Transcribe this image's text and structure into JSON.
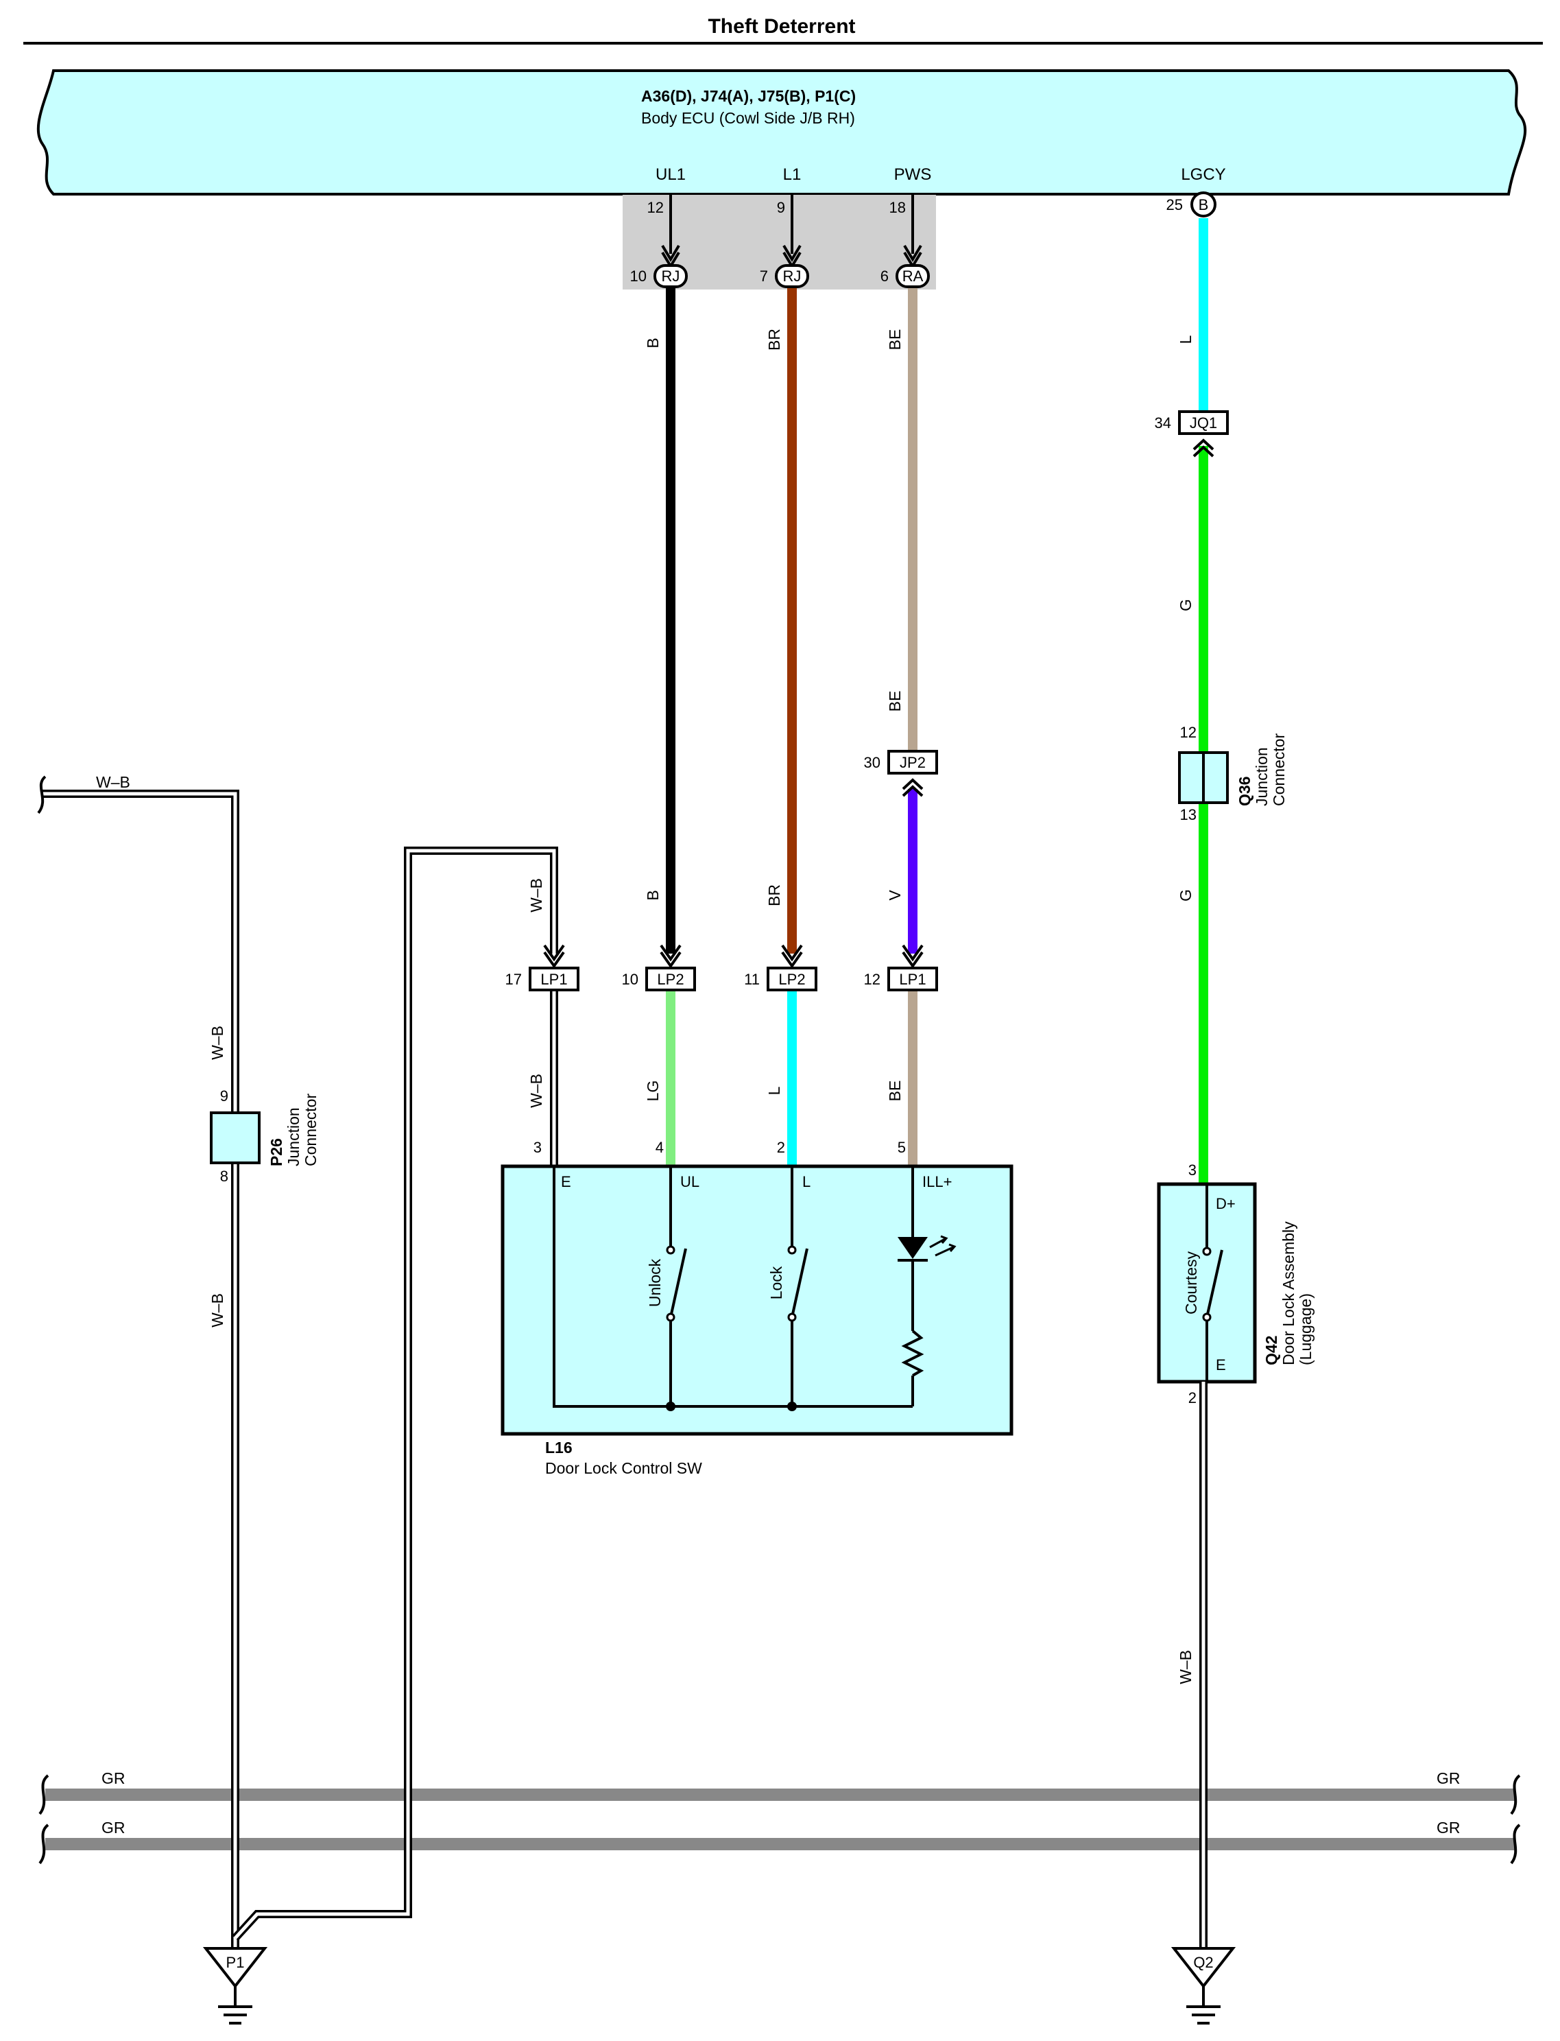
{
  "title": "Theft Deterrent",
  "ecu": {
    "connectors": "A36(D), J74(A), J75(B), P1(C)",
    "name": "Body ECU (Cowl Side J/B RH)",
    "signals": [
      "UL1",
      "L1",
      "PWS",
      "LGCY"
    ],
    "pins": [
      "12",
      "9",
      "18",
      "25"
    ],
    "junction_pins": [
      "10",
      "7",
      "6"
    ],
    "junction_names": [
      "RJ",
      "RJ",
      "RA"
    ],
    "lgcy_connector": "B"
  },
  "wire_colors": {
    "B": "#000000",
    "BR": "#993300",
    "BE": "#b8a590",
    "L": "#00ffff",
    "G": "#00ee00",
    "V": "#5500ff",
    "LG": "#80ee80",
    "W-B": "#ffffff",
    "GR": "#888888",
    "ecu_fill": "#c8ffff",
    "shade": "#d0d0d0"
  },
  "wire_labels": {
    "b_upper": "B",
    "br_upper": "BR",
    "be_upper": "BE",
    "l_upper": "L",
    "g_upper": "G",
    "be_mid": "BE",
    "b_lower": "B",
    "br_lower": "BR",
    "v_lower": "V",
    "g_lower": "G",
    "wb_mid": "W–B",
    "wb_lp1": "W–B",
    "lg_lower": "LG",
    "l_lower": "L",
    "be_lower": "BE",
    "wb_left_top": "W–B",
    "wb_left_upper": "W–B",
    "wb_left_lower": "W–B",
    "wb_right": "W–B",
    "gr1_left": "GR",
    "gr1_right": "GR",
    "gr2_left": "GR",
    "gr2_right": "GR"
  },
  "inline_connectors": {
    "jq1": {
      "name": "JQ1",
      "pin": "34"
    },
    "jp2": {
      "name": "JP2",
      "pin": "30"
    },
    "lp1_a": {
      "name": "LP1",
      "pin": "17"
    },
    "lp2_a": {
      "name": "LP2",
      "pin": "10"
    },
    "lp2_b": {
      "name": "LP2",
      "pin": "11"
    },
    "lp1_b": {
      "name": "LP1",
      "pin": "12"
    }
  },
  "q36": {
    "id": "Q36",
    "name1": "Junction",
    "name2": "Connector",
    "pin_top": "12",
    "pin_bottom": "13"
  },
  "p26": {
    "id": "P26",
    "name1": "Junction",
    "name2": "Connector",
    "pin_top": "9",
    "pin_bottom": "8"
  },
  "l16": {
    "id": "L16",
    "name": "Door Lock Control SW",
    "pins": [
      "3",
      "4",
      "2",
      "5"
    ],
    "terminals": [
      "E",
      "UL",
      "L",
      "ILL+"
    ],
    "switch_unlock": "Unlock",
    "switch_lock": "Lock"
  },
  "q42": {
    "id": "Q42",
    "name1": "Door Lock Assembly",
    "name2": "(Luggage)",
    "pin_top": "3",
    "pin_bottom": "2",
    "term_top": "D+",
    "term_bottom": "E",
    "switch": "Courtesy"
  },
  "grounds": [
    "P1",
    "Q2"
  ]
}
